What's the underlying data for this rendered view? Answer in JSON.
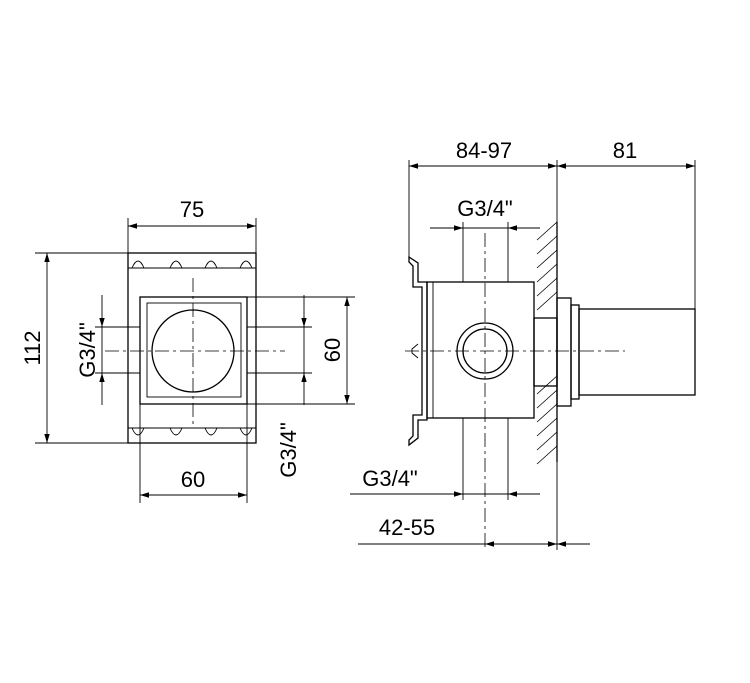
{
  "front_view": {
    "dim_width_top": "75",
    "dim_height_left": "112",
    "dim_thread_left": "G3/4\"",
    "dim_height_right": "60",
    "dim_thread_bottom_right": "G3/4\"",
    "dim_width_bottom": "60"
  },
  "side_view": {
    "dim_depth_top": "84-97",
    "dim_projection_top": "81",
    "dim_thread_top": "G3/4\"",
    "dim_thread_bottom": "G3/4\"",
    "dim_range_bottom": "42-55"
  }
}
